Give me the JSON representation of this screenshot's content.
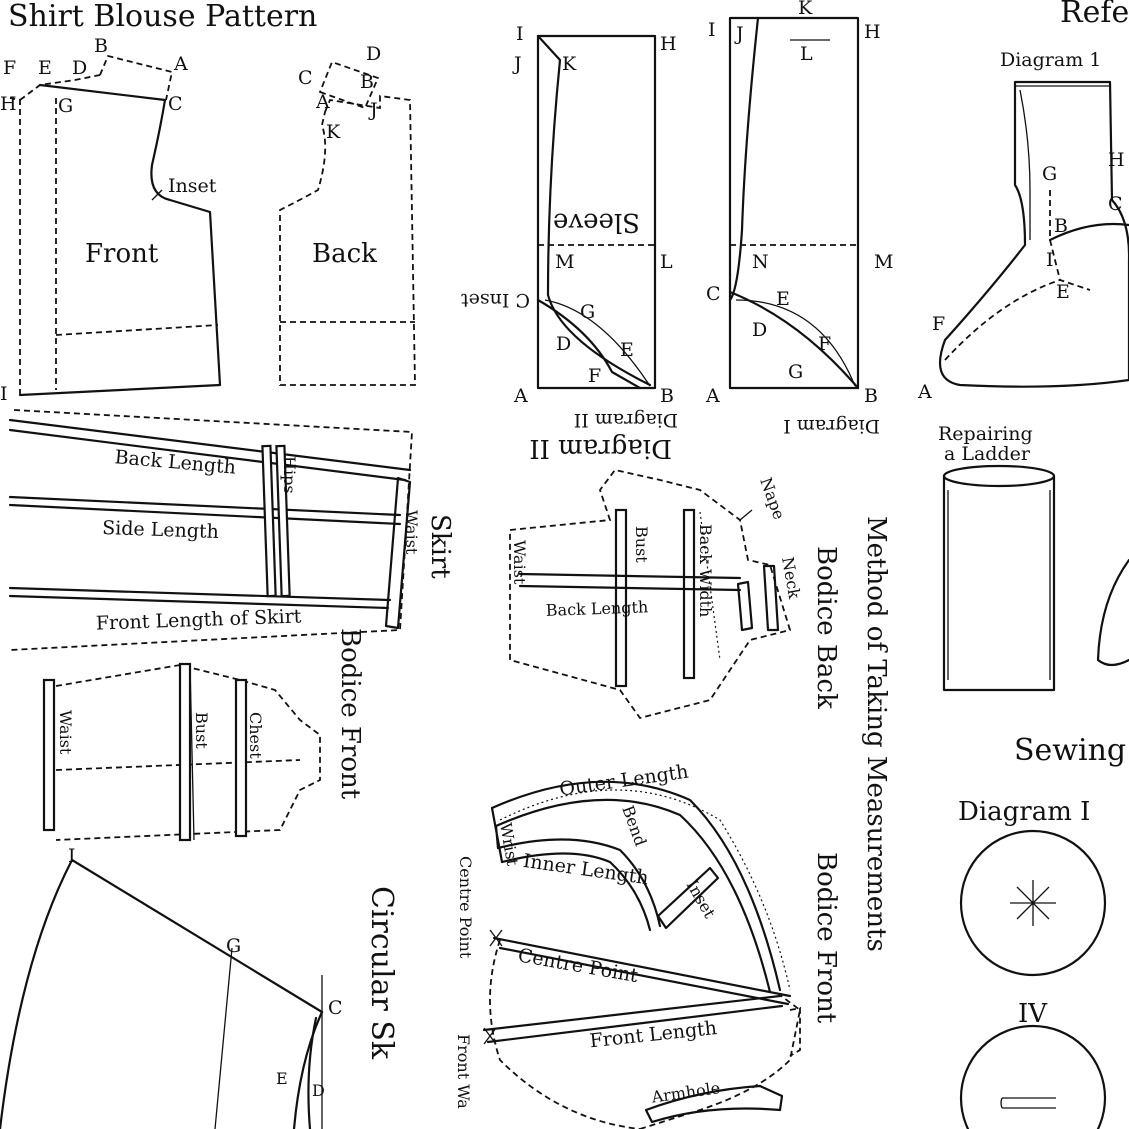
{
  "headings": {
    "shirt_blouse": "Shirt Blouse Pattern",
    "reference": "Refe",
    "skirt": "Skirt",
    "bodice_front_left": "Bodice Front",
    "circular_skirt": "Circular Sk",
    "method": "Method of Taking Measurements",
    "bodice_back": "Bodice Back",
    "bodice_front_right": "Bodice Front",
    "sewing": "Sewing"
  },
  "labels": {
    "front": "Front",
    "back": "Back",
    "inset": "Inset",
    "sleeve": "Sleeve",
    "c_inset": "C Inset",
    "diagram_ii": "Diagram II",
    "diagram_i_flipped": "Diagram I",
    "diagram_1": "Diagram 1",
    "repairing": "Repairing",
    "a_ladder": "a Ladder",
    "diagram_i": "Diagram I",
    "iv": "IV"
  },
  "skirt_labels": {
    "back_length": "Back Length",
    "side_length": "Side Length",
    "front_length": "Front Length of Skirt",
    "hips": "Hips",
    "waist": "Waist"
  },
  "bodice_front_labels": {
    "waist": "Waist",
    "bust": "Bust",
    "chest": "Chest"
  },
  "bodice_back_labels": {
    "waist": "Waist",
    "bust": "Bust",
    "back_width": "Back Width",
    "back_length": "Back Length",
    "nape": "Nape",
    "neck": "Neck"
  },
  "sleeve_labels": {
    "outer_length": "Outer Length",
    "inner_length": "Inner Length",
    "bend": "Bend",
    "wrist": "Wrist",
    "inset": "Inset",
    "centre_point_side": "Centre Point",
    "centre_point": "Centre Point",
    "front_length": "Front Length",
    "armhole": "Armhole",
    "front_waist": "Front Wa"
  },
  "points": {
    "A": "A",
    "B": "B",
    "C": "C",
    "D": "D",
    "E": "E",
    "F": "F",
    "G": "G",
    "H": "H",
    "I": "I",
    "J": "J",
    "K": "K",
    "L": "L",
    "M": "M",
    "N": "N"
  }
}
